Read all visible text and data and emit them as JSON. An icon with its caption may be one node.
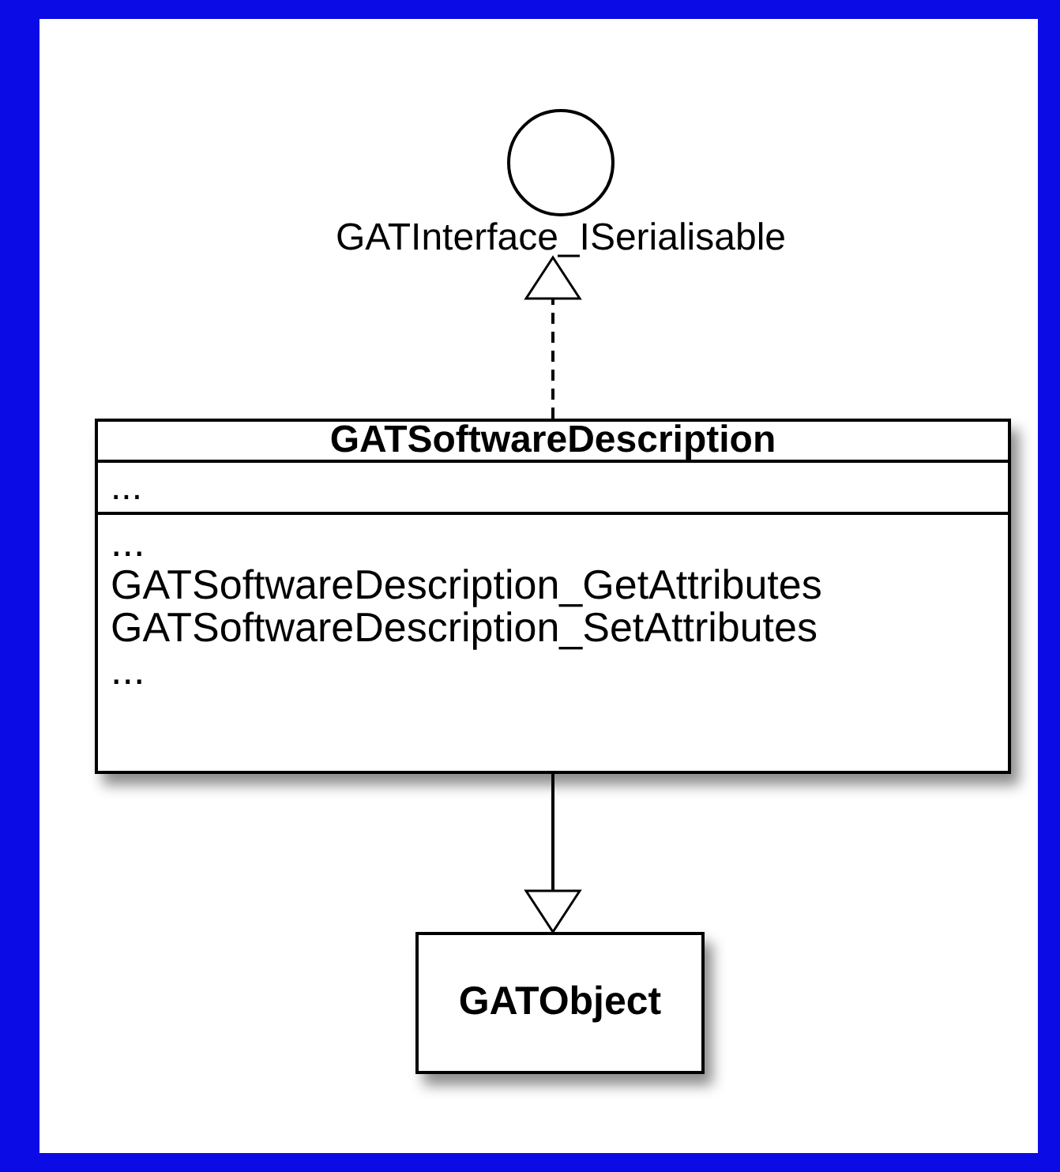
{
  "diagram": {
    "nodes": [
      {
        "text": [],
        "shape": "circle",
        "beside": [
          "GATInterface_ISerialisable"
        ]
      },
      {
        "text": [
          "GATSoftwareDescription",
          "...",
          "...",
          "GATSoftwareDescription_GetAttributes",
          "GATSoftwareDescription_SetAttributes",
          "..."
        ]
      },
      {
        "text": [
          "GATObject"
        ]
      }
    ],
    "edges": [
      {
        "from": 1,
        "to": 0,
        "arrow": "to",
        "style": "dashed"
      },
      {
        "from": 1,
        "to": 2,
        "arrow": "to"
      }
    ]
  }
}
